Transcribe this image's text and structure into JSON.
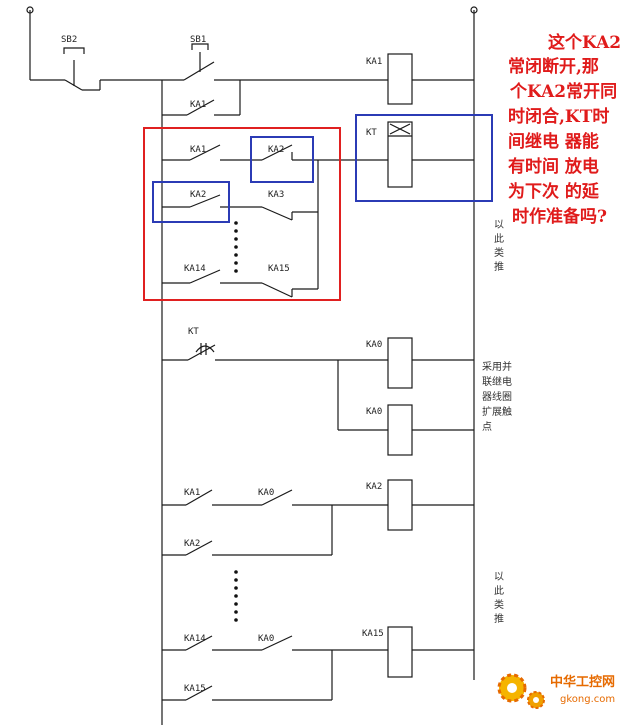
{
  "labels": {
    "sb2": "SB2",
    "sb1": "SB1",
    "ka1_coil": "KA1",
    "ka1_hold": "KA1",
    "ka1_c2": "KA1",
    "ka2_nc": "KA2",
    "kt_coil": "KT",
    "ka2_c2": "KA2",
    "ka3_nc": "KA3",
    "ka14_c2": "KA14",
    "ka15_nc": "KA15",
    "kt_contact": "KT",
    "ka0_coil_a": "KA0",
    "ka0_coil_b": "KA0",
    "ka1_c3": "KA1",
    "ka0_c3a": "KA0",
    "ka2_coil": "KA2",
    "ka2_hold": "KA2",
    "ka14_c3": "KA14",
    "ka0_c3b": "KA0",
    "ka15_coil": "KA15",
    "ka15_hold": "KA15"
  },
  "annotation": {
    "lines": [
      "这个KA2",
      "常闭断开,那",
      "个KA2常开同",
      "时闭合,KT时",
      "间继电 器能",
      "有时间 放电",
      "为下次 的延",
      "时作准备吗?"
    ],
    "color": "#e01b1b"
  },
  "side_notes": {
    "top": [
      "以",
      "此",
      "类",
      "推"
    ],
    "middle": [
      "采用并",
      "联继电",
      "器线圈",
      "扩展触",
      "点"
    ],
    "bottom": [
      "以",
      "此",
      "类",
      "推"
    ]
  },
  "watermark": {
    "name": "中华工控网",
    "url": "gkong.com"
  },
  "highlight_colors": {
    "red_box": "#e02020",
    "blue_box": "#2b3bb5"
  }
}
